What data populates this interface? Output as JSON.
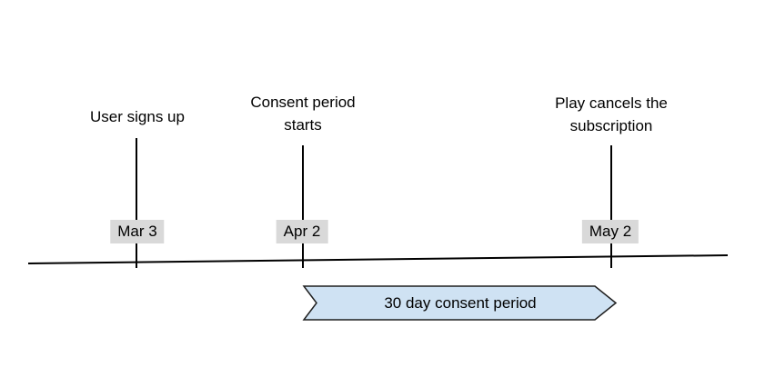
{
  "events": [
    {
      "label": "User signs up",
      "date": "Mar 3"
    },
    {
      "label": "Consent period starts",
      "date": "Apr 2"
    },
    {
      "label": "Play cancels the subscription",
      "date": "May 2"
    }
  ],
  "banner": {
    "label": "30 day consent period"
  },
  "colors": {
    "banner_fill": "#cfe2f3",
    "banner_stroke": "#1f1f1f",
    "date_badge_bg": "#d9d9d9",
    "line_color": "#000000",
    "text_color": "#000000",
    "background": "#ffffff"
  }
}
